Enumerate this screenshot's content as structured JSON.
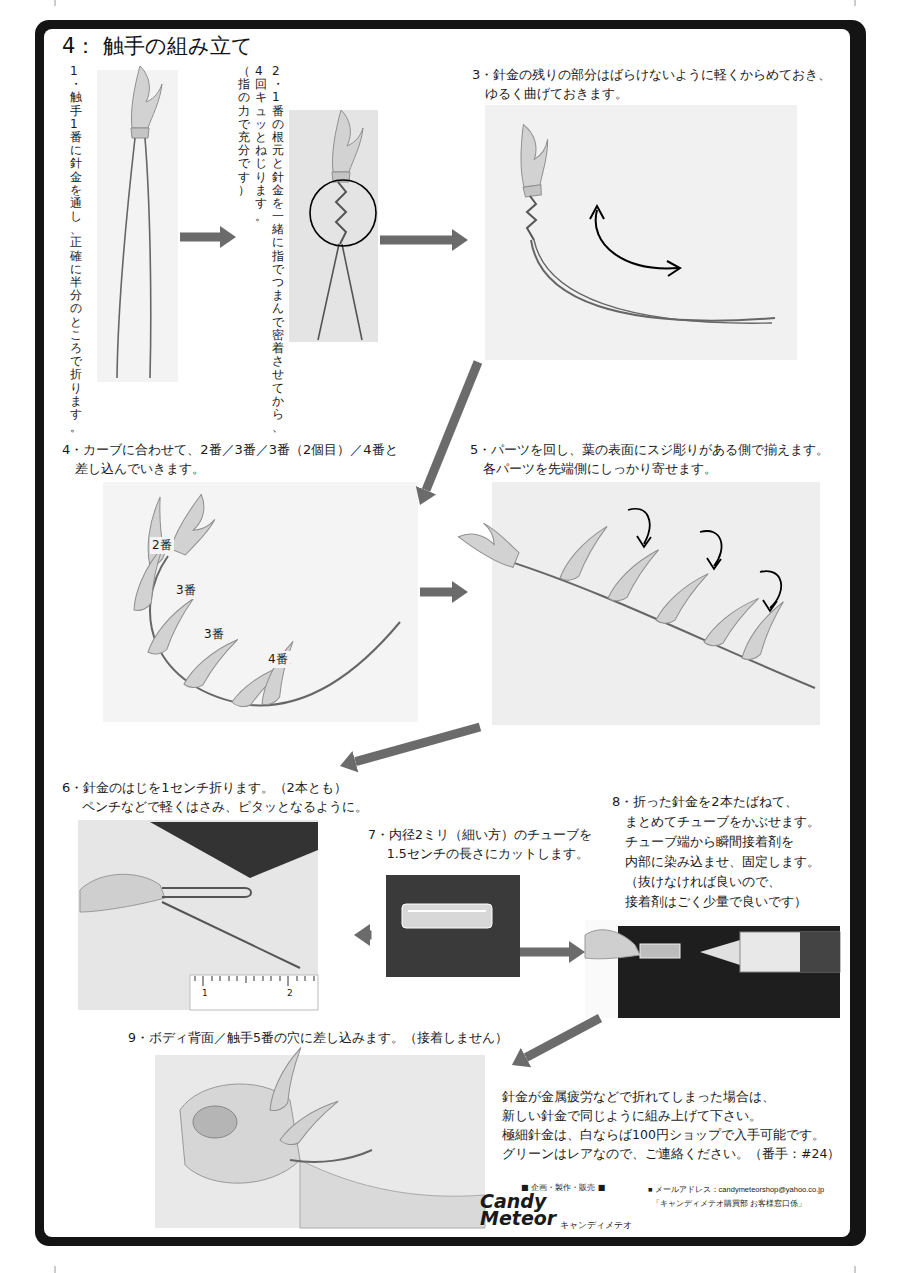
{
  "diagram": {
    "title": "4： 触手の組み立て",
    "nodes": [
      {
        "text": [
          "1・触手1番に針金を通し、正確に半分のところで折ります。"
        ]
      },
      {
        "text": [
          "2・1番の根元と針金を一緒に指でつまんで密着させてから、 4回キュッとねじります。 （指の力で充分です）"
        ]
      },
      {
        "text": [
          "3・針金の残りの部分はばらけないように軽くからめておき、 ゆるく曲げておきます。"
        ]
      },
      {
        "text": [
          "4・カーブに合わせて、2番／3番／3番（2個目）／4番と 差し込んでいきます。"
        ]
      },
      {
        "text": [
          "5・パーツを回し、葉の表面にスジ彫りがある側で揃えます。 各パーツを先端側にしっかり寄せます。"
        ]
      },
      {
        "text": [
          "6・針金のはじを1センチ折ります。（2本とも） ペンチなどで軽くはさみ、ピタッとなるように。"
        ]
      },
      {
        "text": [
          "7・内径2ミリ（細い方）のチューブを 1.5センチの長さにカットします。"
        ]
      },
      {
        "text": [
          "8・折った針金を2本たばねて、 まとめてチューブをかぶせます。 チューブ端から瞬間接着剤を 内部に染み込ませ、固定します。 （抜けなければ良いので、 接着剤はごく少量で良いです）"
        ]
      },
      {
        "text": [
          "9・ボディ背面／触手5番の穴に差し込みます。（接着しません）"
        ]
      }
    ],
    "edges": [
      {
        "from": 0,
        "to": 1,
        "arrow": "to"
      },
      {
        "from": 1,
        "to": 2,
        "arrow": "to"
      },
      {
        "from": 2,
        "to": 3,
        "arrow": "to"
      },
      {
        "from": 3,
        "to": 4,
        "arrow": "to"
      },
      {
        "from": 4,
        "to": 5,
        "arrow": "to"
      },
      {
        "from": 5,
        "to": 6,
        "arrow": "to"
      },
      {
        "from": 6,
        "to": 7,
        "arrow": "to"
      },
      {
        "from": 7,
        "to": 8,
        "arrow": "to"
      }
    ],
    "labels": [
      "2番",
      "3番",
      "3番",
      "4番",
      "1",
      "2",
      "針金が金属疲労などで折れてしまった場合は、 新しい針金で同じように組み上げて下さい。 極細針金は、白ならば100円ショップで入手可能です。 グリーンはレアなので、ご連絡ください。（番手：#24）",
      "■ 企画・製作・販売 ■",
      "Candy Meteor",
      "キャンディメテオ",
      "■ メールアドレス：candymeteorshop@yahoo.co.jp",
      "「キャンディメテオ購買部 お客様窓口係」"
    ]
  }
}
